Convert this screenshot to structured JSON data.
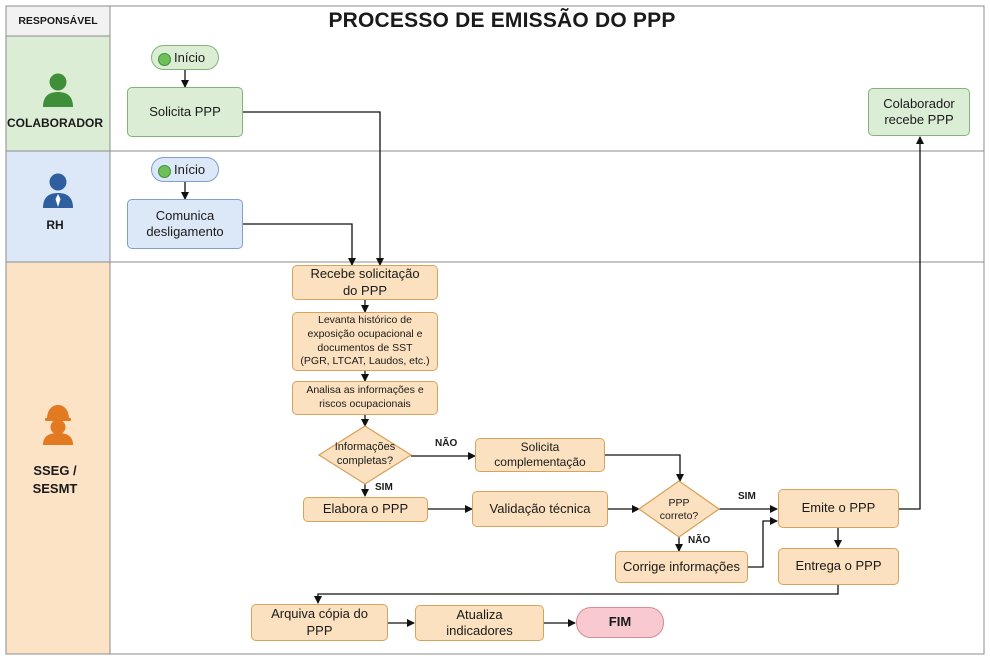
{
  "header": {
    "responsible_label": "RESPONSÁVEL",
    "title": "PROCESSO DE EMISSÃO DO PPP"
  },
  "lanes": {
    "colaborador": "COLABORADOR",
    "rh": "RH",
    "sseg_line1": "SSEG /",
    "sseg_line2": "SESMT"
  },
  "nodes": {
    "inicio_colab": "Início",
    "solicita_ppp": "Solicita PPP",
    "colab_recebe_1": "Colaborador",
    "colab_recebe_2": "recebe PPP",
    "inicio_rh": "Início",
    "comunica_1": "Comunica",
    "comunica_2": "desligamento",
    "recebe_sol_1": "Recebe solicitação",
    "recebe_sol_2": "do PPP",
    "levanta_1": "Levanta histórico de",
    "levanta_2": "exposição ocupacional e",
    "levanta_3": "documentos de SST",
    "levanta_4": "(PGR, LTCAT, Laudos, etc.)",
    "analisa_1": "Analisa as informações e",
    "analisa_2": "riscos ocupacionais",
    "info_completas_1": "Informações",
    "info_completas_2": "completas?",
    "solicita_complementacao": "Solicita complementação",
    "elabora_ppp": "Elabora o PPP",
    "validacao_tecnica": "Validação técnica",
    "ppp_correto_1": "PPP",
    "ppp_correto_2": "correto?",
    "corrige_informacoes": "Corrige informações",
    "emite_ppp": "Emite o PPP",
    "entrega_ppp": "Entrega o PPP",
    "arquiva_copia": "Arquiva cópia do PPP",
    "atualiza_indicadores": "Atualiza indicadores",
    "fim": "FIM"
  },
  "edge_labels": {
    "nao_1": "NÃO",
    "sim_1": "SIM",
    "sim_2": "SIM",
    "nao_2": "NÃO"
  },
  "colors": {
    "green_fill": "#dcedd5",
    "blue_fill": "#dce8f7",
    "orange_fill": "#fbe1bf",
    "fim_fill": "#f8c9cf",
    "person_green": "#3f8f3a",
    "person_blue": "#2f5f9e",
    "person_orange": "#e27a22"
  }
}
